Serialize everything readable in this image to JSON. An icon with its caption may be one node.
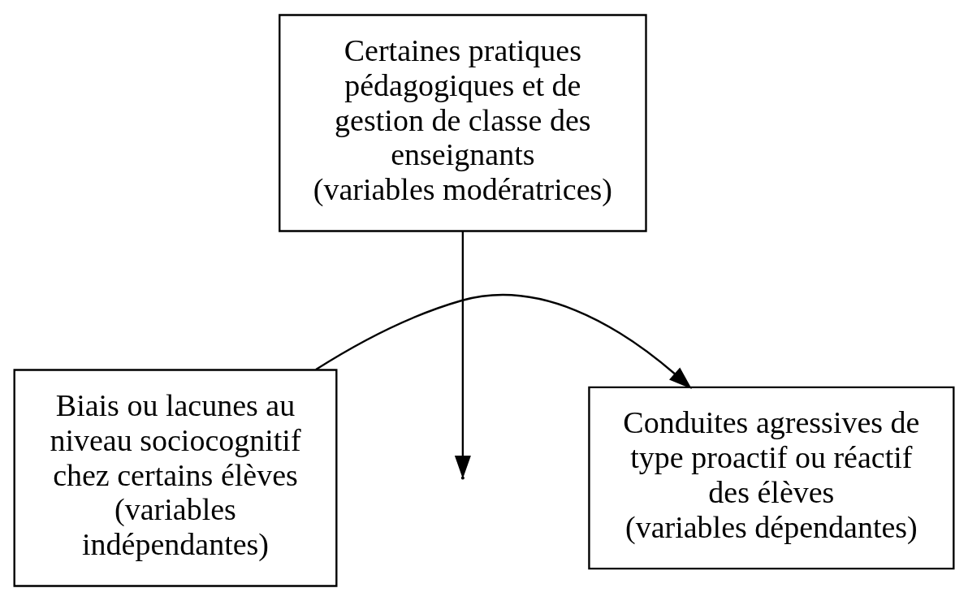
{
  "diagram": {
    "nodes": [
      {
        "text": [
          "Certaines pratiques pédagogiques et de gestion de classe des enseignants",
          "(variables modératrices)"
        ]
      },
      {
        "text": [
          "Biais ou lacunes au niveau sociocognitif chez certains élèves",
          "(variables indépendantes)"
        ]
      },
      {
        "text": [
          "Conduites agressives de type proactif ou réactif des élèves",
          "(variables dépendantes)"
        ]
      }
    ],
    "edges": [
      {
        "from": 0,
        "to": null,
        "arrow": "to"
      },
      {
        "from": 1,
        "to": 2,
        "arrow": "to"
      }
    ]
  }
}
